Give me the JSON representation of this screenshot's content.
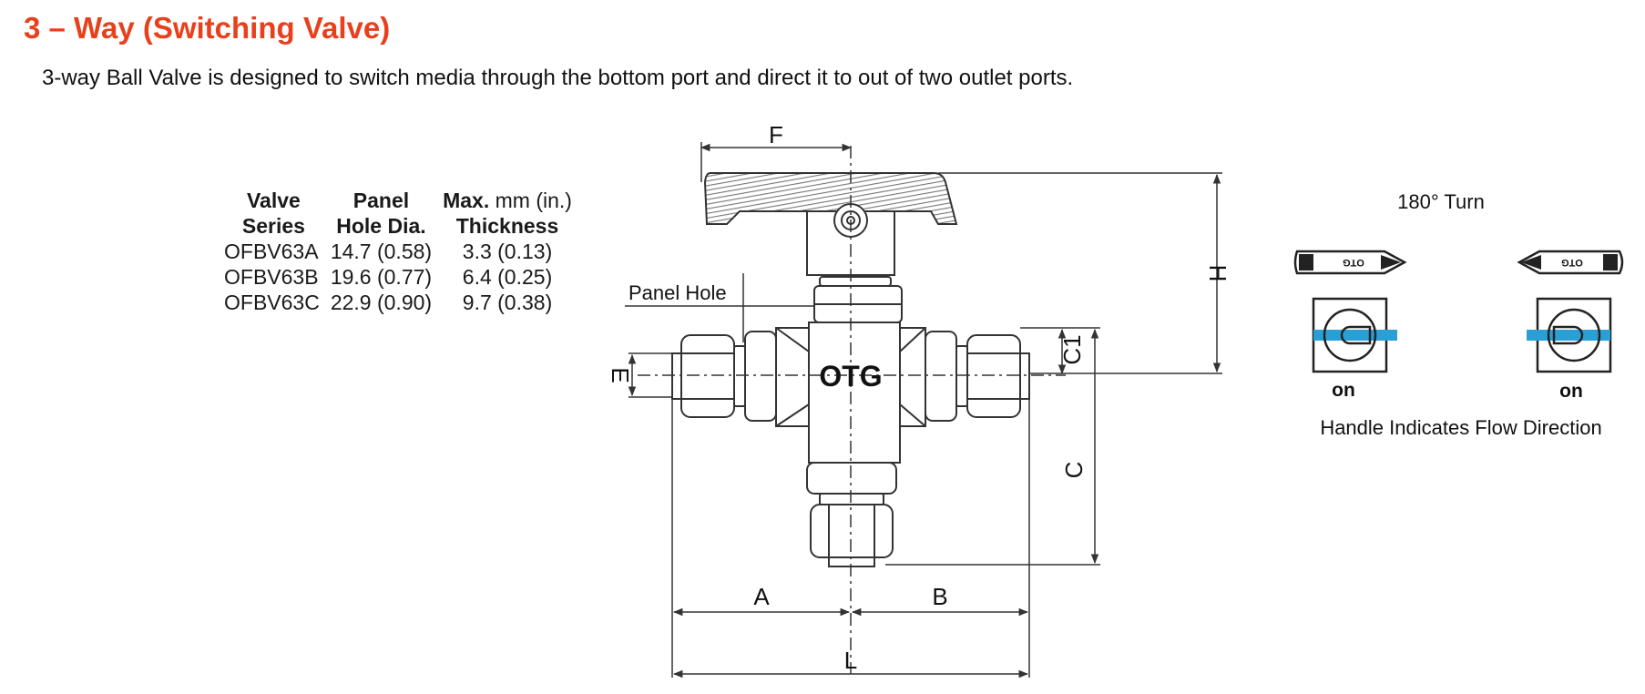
{
  "header": {
    "title": "3 – Way (Switching Valve)",
    "description": "3-way Ball Valve is designed to switch media through the bottom port and direct it to out of two outlet ports."
  },
  "panel_table": {
    "headers": {
      "valve_line1": "Valve",
      "valve_line2": "Series",
      "hole_line1": "Panel",
      "hole_line2": "Hole Dia.",
      "thick_line1": "Max.",
      "thick_unit": "mm (in.)",
      "thick_line2": "Thickness"
    },
    "rows": [
      {
        "series": "OFBV63A",
        "hole": "14.7 (0.58)",
        "thickness": "3.3 (0.13)"
      },
      {
        "series": "OFBV63B",
        "hole": "19.6 (0.77)",
        "thickness": "6.4 (0.25)"
      },
      {
        "series": "OFBV63C",
        "hole": "22.9 (0.90)",
        "thickness": "9.7 (0.38)"
      }
    ]
  },
  "valve_drawing": {
    "brand": "OTG",
    "panel_hole_label": "Panel Hole",
    "dimensions": {
      "f": "F",
      "h": "H",
      "e": "E",
      "c1": "C1",
      "c": "C",
      "a": "A",
      "b": "B",
      "l": "L"
    }
  },
  "handle_panel": {
    "turn_label": "180° Turn",
    "handle_mark": "OTG",
    "left_state": "on",
    "right_state": "on",
    "caption": "Handle Indicates Flow Direction",
    "flow_color": "#2a9fd6"
  }
}
